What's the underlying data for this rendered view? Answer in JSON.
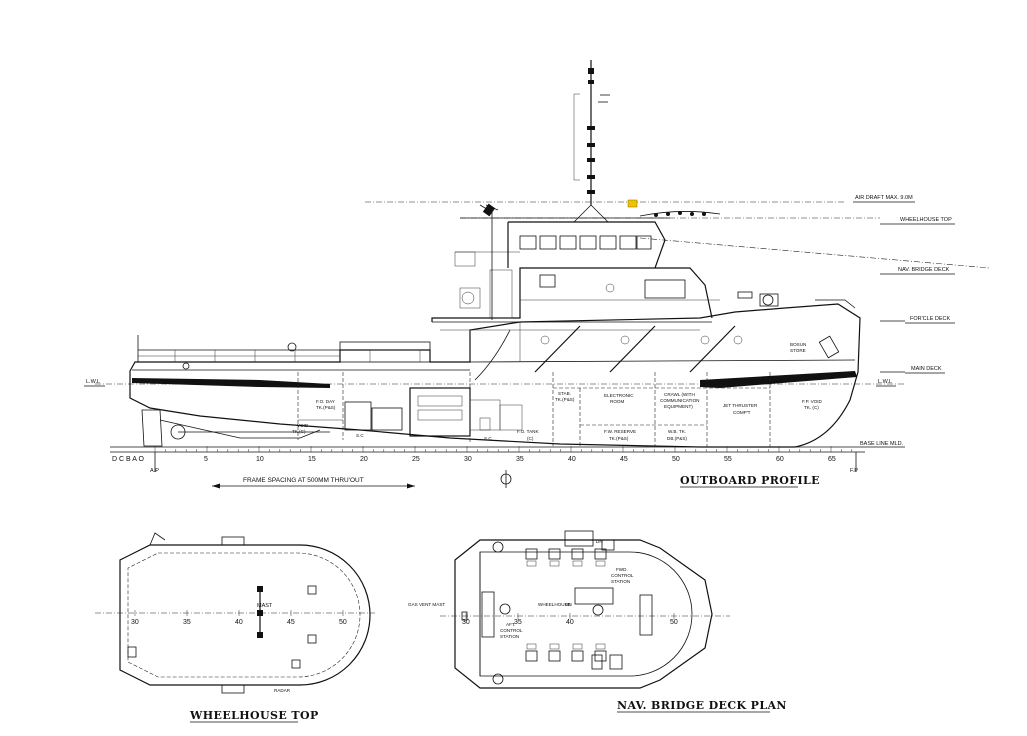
{
  "titles": {
    "outboard": "OUTBOARD PROFILE",
    "wheelhouse_top": "WHEELHOUSE TOP",
    "nav_bridge": "NAV. BRIDGE DECK PLAN"
  },
  "level_labels": {
    "air_draft": "AIR DRAFT MAX. 9.0M",
    "wheelhouse_top": "WHEELHOUSE TOP",
    "nav_bridge_deck": "NAV. BRIDGE DECK",
    "focsle_deck": "FOR'CLE DECK",
    "main_deck": "MAIN DECK",
    "lwl_left": "L.W.L",
    "lwl_right": "L.W.L",
    "base_line": "BASE LINE MLD."
  },
  "frame_spacing_note": "FRAME SPACING AT 500MM THRU'OUT",
  "profile_frames": [
    "5",
    "10",
    "15",
    "20",
    "25",
    "30",
    "35",
    "40",
    "45",
    "50",
    "55",
    "60",
    "65"
  ],
  "aft_letters": "D C B A O",
  "ap_label": "A.P",
  "fp_label": "F.P",
  "compartments": {
    "fo_day": "F.O. DAY",
    "fo_day2": "TK.(P&S)",
    "void": "VOID",
    "void2": "TK.(C)",
    "sc1": "S.C",
    "sc2": "S.C",
    "fo_tank": "F.O. TANK",
    "fo_tank2": "(C)",
    "stab": "STAB.",
    "stab2": "TK.(P&S)",
    "electronic": "ELECTRONIC",
    "electronic2": "ROOM",
    "fw_reserve": "F.W. RESERVE",
    "fw_reserve2": "TK.(P&S)",
    "crawl1": "CRAWL (WITH",
    "crawl2": "COMMUNICATION",
    "crawl3": "EQUIPMENT)",
    "wb": "W.B. TK.",
    "wb2": "DB.(P&S)",
    "thruster": "JET THRUSTER",
    "thruster2": "COMP'T",
    "fp_void": "F.P. VOID",
    "fp_void2": "TK. (C)",
    "bosun": "BOSUN",
    "bosun2": "STORE"
  },
  "wheelhouse_frames": [
    "30",
    "35",
    "40",
    "45",
    "50"
  ],
  "wheelhouse_labels": {
    "mast": "MAST",
    "radar": "RADAR"
  },
  "bridge_frames": [
    "30",
    "35",
    "40",
    "50"
  ],
  "bridge_labels": {
    "gas_vent": "GAS VENT MAST",
    "wheelhouse": "WHEELHOUSE",
    "dn1": "DN",
    "dn2": "DN",
    "fwd1": "FWD.",
    "fwd2": "CONTROL",
    "fwd3": "STATION",
    "aft1": "AFT.",
    "aft2": "CONTROL",
    "aft3": "STATION"
  }
}
